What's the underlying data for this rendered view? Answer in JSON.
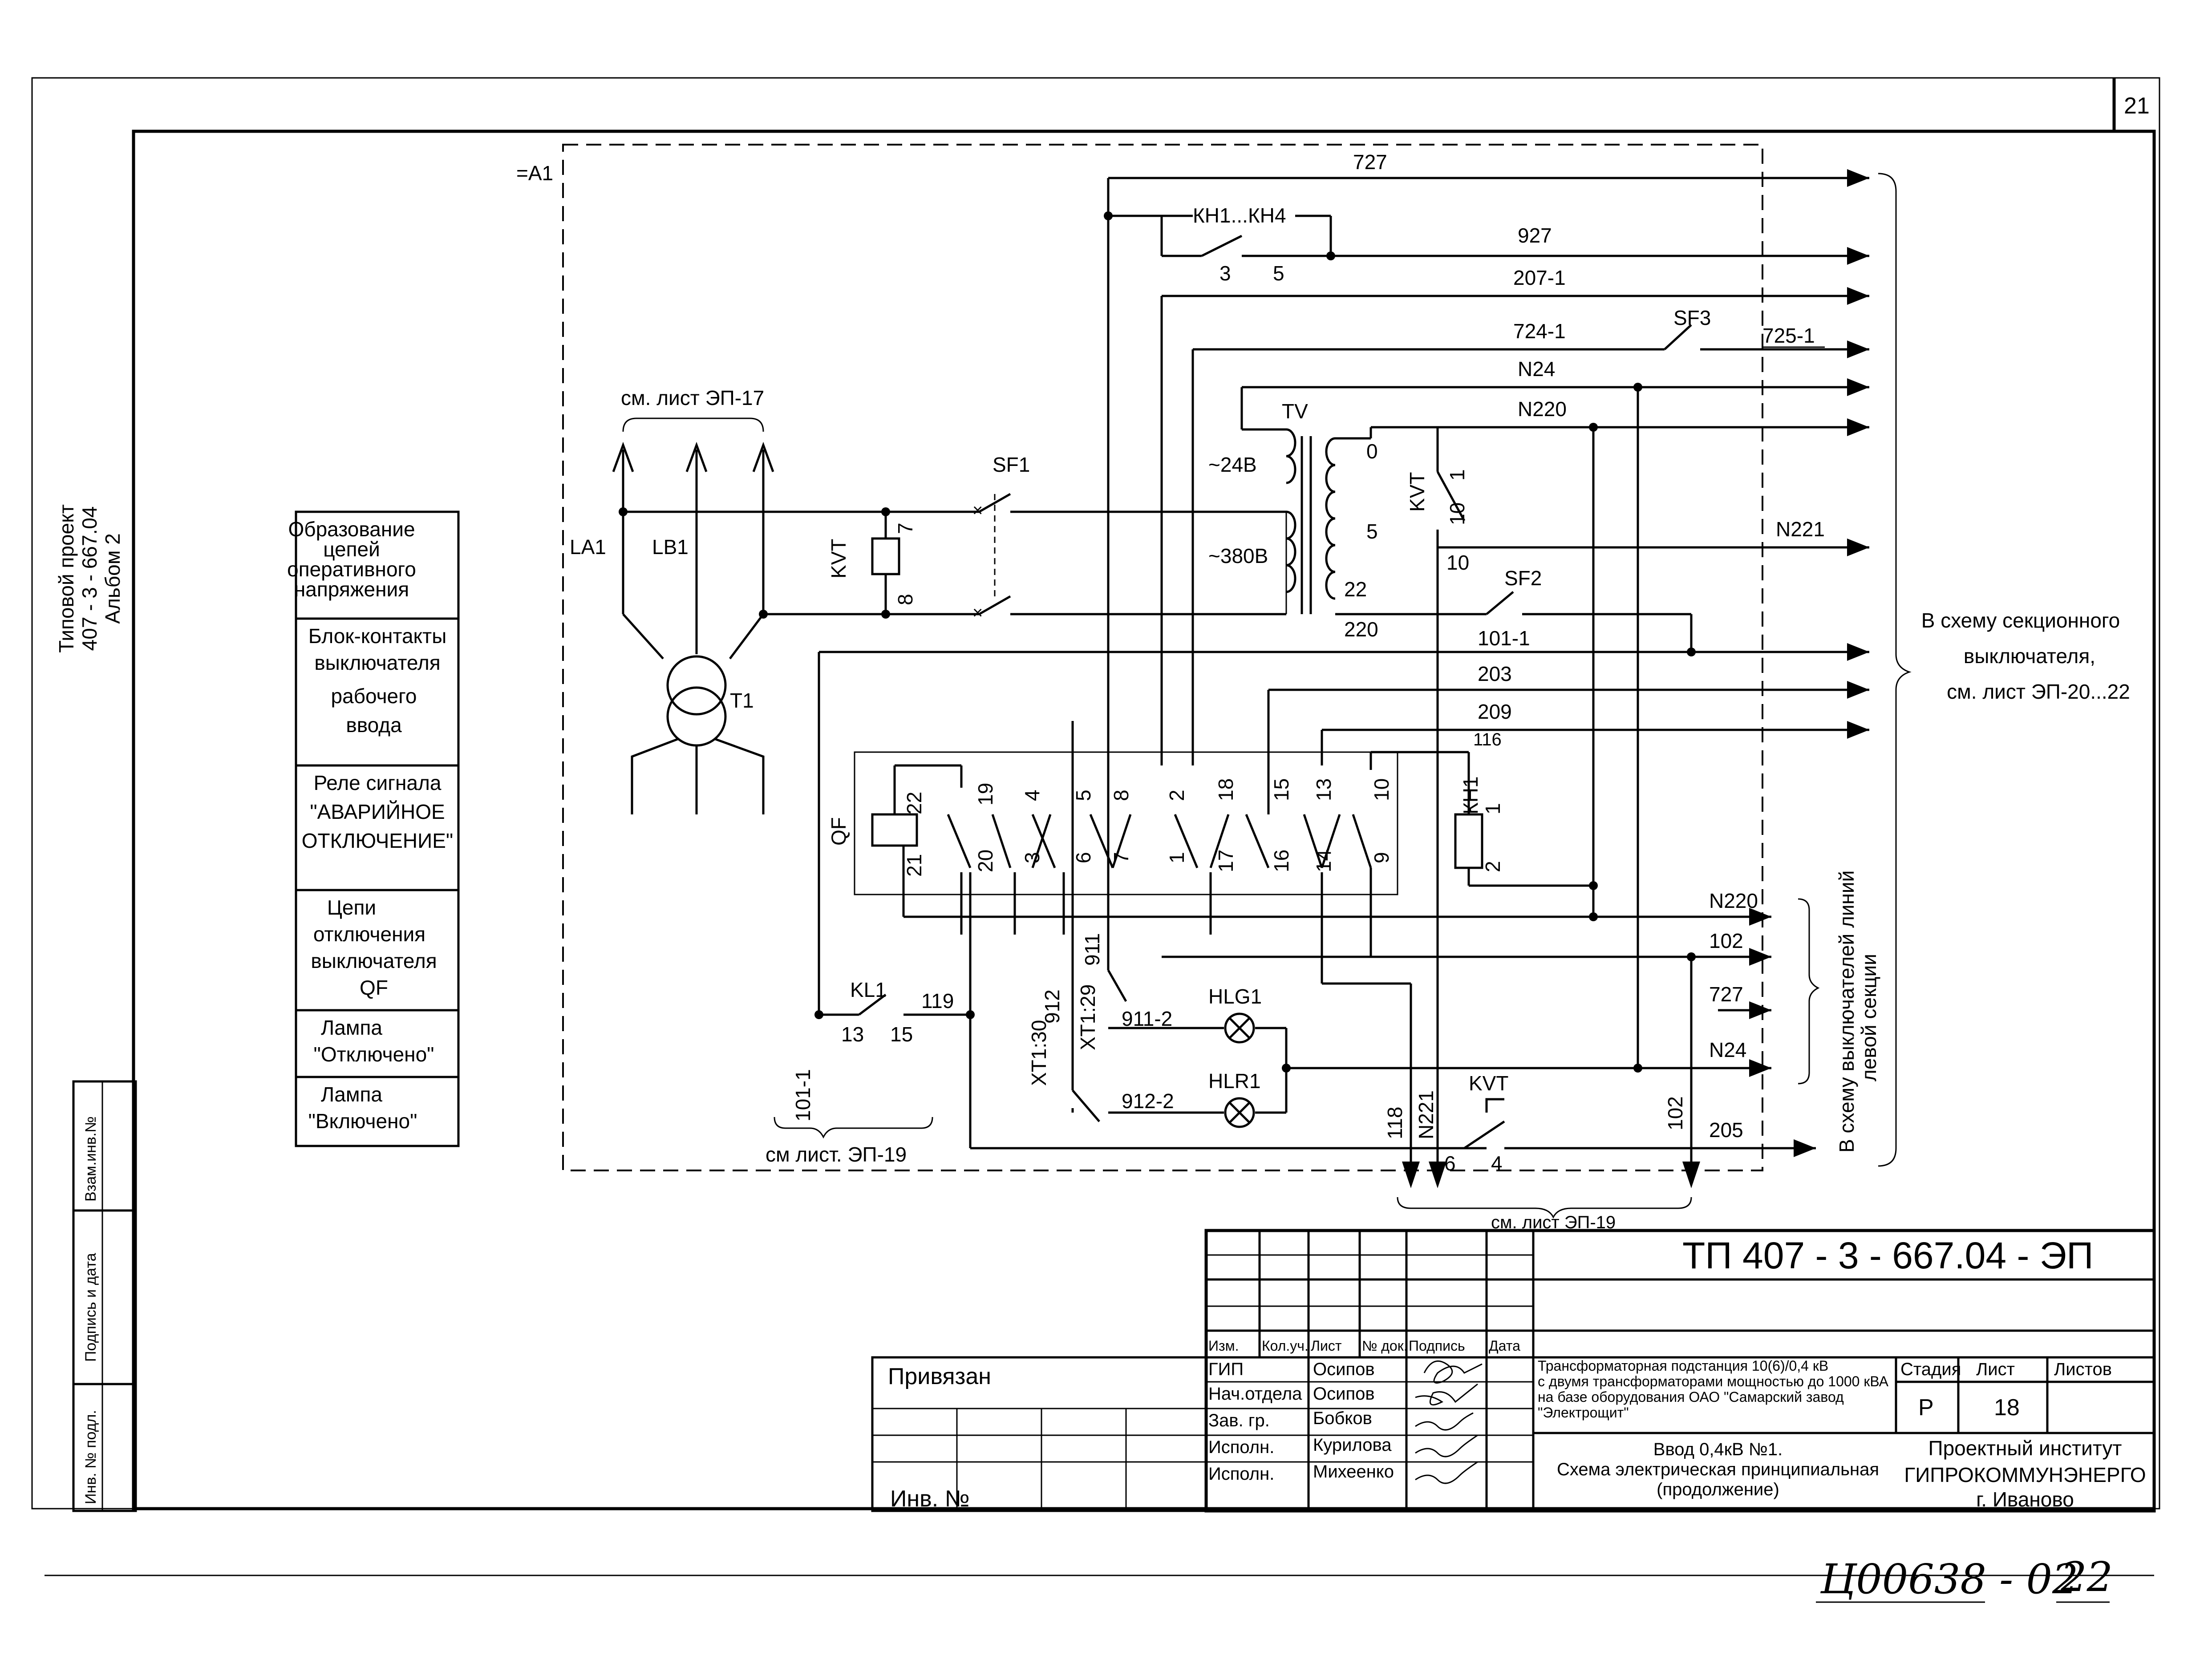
{
  "sheet": {
    "sheet_number": "21",
    "side_stamp": [
      "Типовой проект",
      "407 - 3 - 667.04",
      "Альбом 2"
    ],
    "assembly_ref": "=А1",
    "handwritten_footer": "Ц00638 - 02",
    "handwritten_page": "22"
  },
  "legend": {
    "rows": [
      [
        "Образование",
        "цепей",
        "оперативного",
        "напряжения"
      ],
      [
        "Блок-контакты",
        "выключателя",
        "рабочего",
        "ввода"
      ],
      [
        "Реле сигнала",
        "\"АВАРИЙНОЕ",
        "ОТКЛЮЧЕНИЕ\""
      ],
      [
        "Цепи",
        "отключения",
        "выключателя",
        "QF"
      ],
      [
        "Лампа",
        "\"Отключено\""
      ],
      [
        "Лампа",
        "\"Включено\""
      ]
    ]
  },
  "left_margin_stamp": {
    "labels": [
      "Взам.инв.№",
      "Подпись и дата",
      "Инв. № подл."
    ]
  },
  "diagram": {
    "top_note": "см. лист ЭП-17",
    "bottom_left_note": "см лист. ЭП-19",
    "bottom_center_note": "см. лист ЭП-19",
    "right_note_upper": [
      "В схему секционного",
      "выключателя,",
      "см. лист ЭП-20...22"
    ],
    "right_note_lower": [
      "В схему выключателей линий",
      "левой секции"
    ],
    "components": {
      "la1": "LA1",
      "lb1": "LB1",
      "t1": "Т1",
      "kvt_coil": "KVT",
      "sf1": "SF1",
      "sf2": "SF2",
      "sf3": "SF3",
      "tv": "TV",
      "v24": "~24В",
      "v380": "~380В",
      "kh_block": "КН1...КН4",
      "qf": "QF",
      "kh1": "КН1",
      "kl1": "KL1",
      "hlg1": "HLG1",
      "hlr1": "HLR1",
      "kvt_contact": "KVT",
      "kvt_contact2": "KVT",
      "xt130": "ХТ1:30",
      "xt129": "ХТ1:29"
    },
    "wire_labels": {
      "w727": "727",
      "w927": "927",
      "w2071": "207-1",
      "w7241": "724-1",
      "w7251": "725-1",
      "wN24": "N24",
      "wN220": "N220",
      "wN221": "N221",
      "w1011": "101-1",
      "w203": "203",
      "w209": "209",
      "w116": "116",
      "wN220b": "N220",
      "w102": "102",
      "w727b": "727",
      "wN24b": "N24",
      "w205": "205",
      "w119": "119",
      "w911": "911",
      "w912": "912",
      "w9112": "911-2",
      "w9122": "912-2",
      "w1011v": "101-1",
      "w118": "118",
      "wN221v": "N221",
      "w102v": "102"
    },
    "terminals": {
      "kh_3": "3",
      "kh_5": "5",
      "kvt_7": "7",
      "kvt_8": "8",
      "tv_0": "0",
      "tv_5": "5",
      "tv_22": "22",
      "tv_220": "220",
      "kvt_1": "1",
      "kvt_10": "10",
      "kvt_10b": "10",
      "kl_13": "13",
      "kl_15": "15",
      "kvt_6": "6",
      "kvt_4": "4",
      "kh1_1": "1",
      "kh1_2": "2",
      "qf_top": [
        "22",
        "19",
        "4",
        "5",
        "8",
        "2",
        "18",
        "15",
        "13",
        "10"
      ],
      "qf_bot": [
        "21",
        "20",
        "3",
        "6",
        "7",
        "1",
        "17",
        "16",
        "14",
        "9"
      ]
    }
  },
  "title_block": {
    "doc_code": "ТП 407 - 3 - 667.04 - ЭП",
    "bound_label": "Привязан",
    "inv_label": "Инв. №",
    "header_cols": [
      "Изм.",
      "Кол.уч.",
      "Лист",
      "№ док.",
      "Подпись",
      "Дата"
    ],
    "roles": [
      {
        "role": "ГИП",
        "name": "Осипов"
      },
      {
        "role": "Нач.отдела",
        "name": "Осипов"
      },
      {
        "role": "Зав. гр.",
        "name": "Бобков"
      },
      {
        "role": "Исполн.",
        "name": "Курилова"
      },
      {
        "role": "Исполн.",
        "name": "Михеенко"
      }
    ],
    "project_title": [
      "Трансформаторная подстанция 10(6)/0,4 кВ",
      "с двумя трансформаторами мощностью до 1000 кВА",
      "на базе оборудования ОАО \"Самарский завод",
      "\"Электрощит\""
    ],
    "sheet_title": [
      "Ввод 0,4кВ №1.",
      "Схема электрическая принципиальная",
      "(продолжение)"
    ],
    "stage_label": "Стадия",
    "sheet_label": "Лист",
    "sheets_label": "Листов",
    "stage_value": "Р",
    "sheet_value": "18",
    "org": [
      "Проектный институт",
      "ГИПРОКОММУНЭНЕРГО",
      "г. Иваново"
    ]
  }
}
